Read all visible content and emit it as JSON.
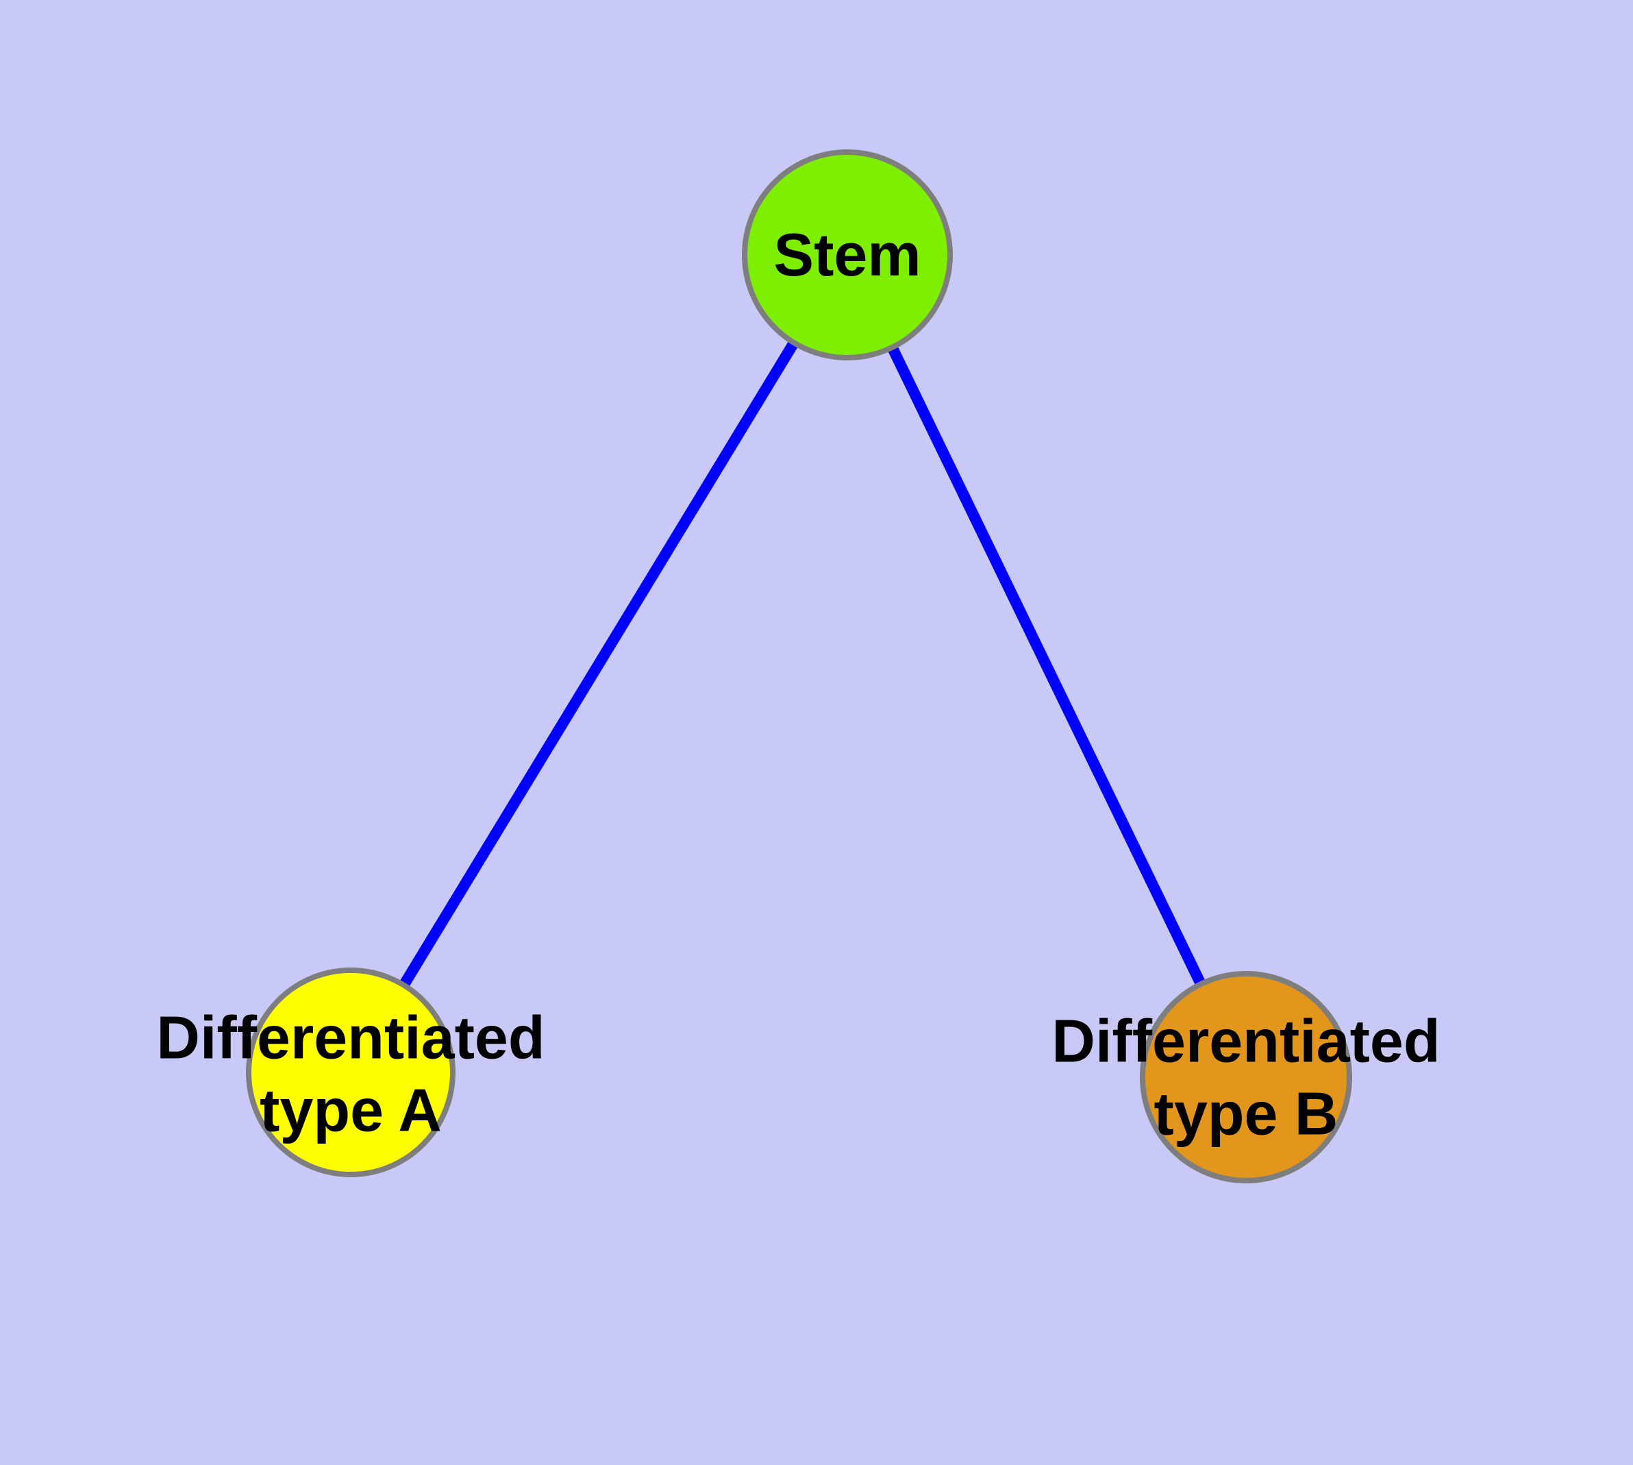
{
  "diagram": {
    "background_color": "#C9C9F8",
    "edge_color": "#0000FF",
    "node_border_color": "#7E7E7E",
    "text_color": "#000000",
    "nodes": [
      {
        "id": "stem",
        "label": "Stem",
        "line1": "Stem",
        "line2": "",
        "fill": "#7FEF00"
      },
      {
        "id": "type-a",
        "label": "Differentiated type A",
        "line1": "Differentiated",
        "line2": "type A",
        "fill": "#FFFF00"
      },
      {
        "id": "type-b",
        "label": "Differentiated type B",
        "line1": "Differentiated",
        "line2": "type B",
        "fill": "#E2961C"
      }
    ],
    "edges": [
      {
        "from": "Stem",
        "to": "Differentiated type A"
      },
      {
        "from": "Stem",
        "to": "Differentiated type B"
      }
    ]
  }
}
